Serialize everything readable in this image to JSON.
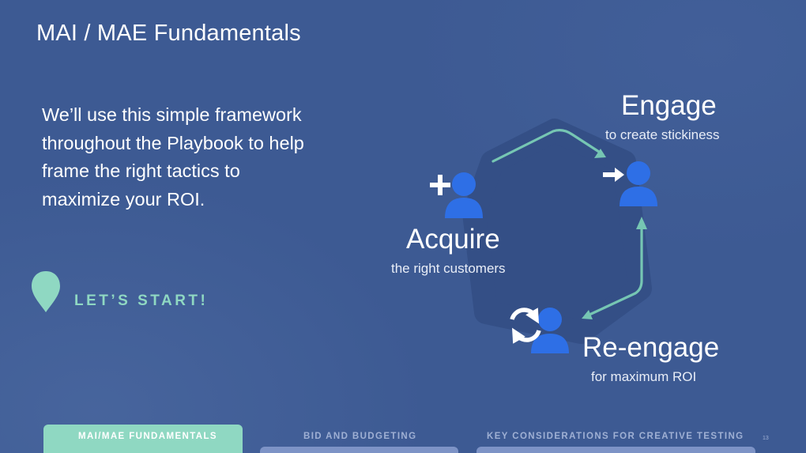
{
  "header": {
    "title": "MAI / MAE Fundamentals"
  },
  "intro": {
    "text": "We’ll use this simple framework throughout the Playbook to help frame the right tactics to maximize your ROI."
  },
  "cta": {
    "label": "LET’S START!"
  },
  "framework": {
    "stages": [
      {
        "title": "Acquire",
        "subtitle": "the right customers"
      },
      {
        "title": "Engage",
        "subtitle": "to create stickiness"
      },
      {
        "title": "Re-engage",
        "subtitle": "for maximum ROI"
      }
    ]
  },
  "nav": {
    "tabs": [
      {
        "label": "MAI/MAE FUNDAMENTALS",
        "active": true
      },
      {
        "label": "BID AND BUDGETING",
        "active": false
      },
      {
        "label": "KEY CONSIDERATIONS FOR CREATIVE TESTING",
        "active": false
      }
    ]
  },
  "footer": {
    "page_number": "13"
  },
  "colors": {
    "background": "#3d5a93",
    "accent": "#8fd8c2",
    "icon_blue": "#2e6fe6",
    "hexagon": "#344f86"
  }
}
